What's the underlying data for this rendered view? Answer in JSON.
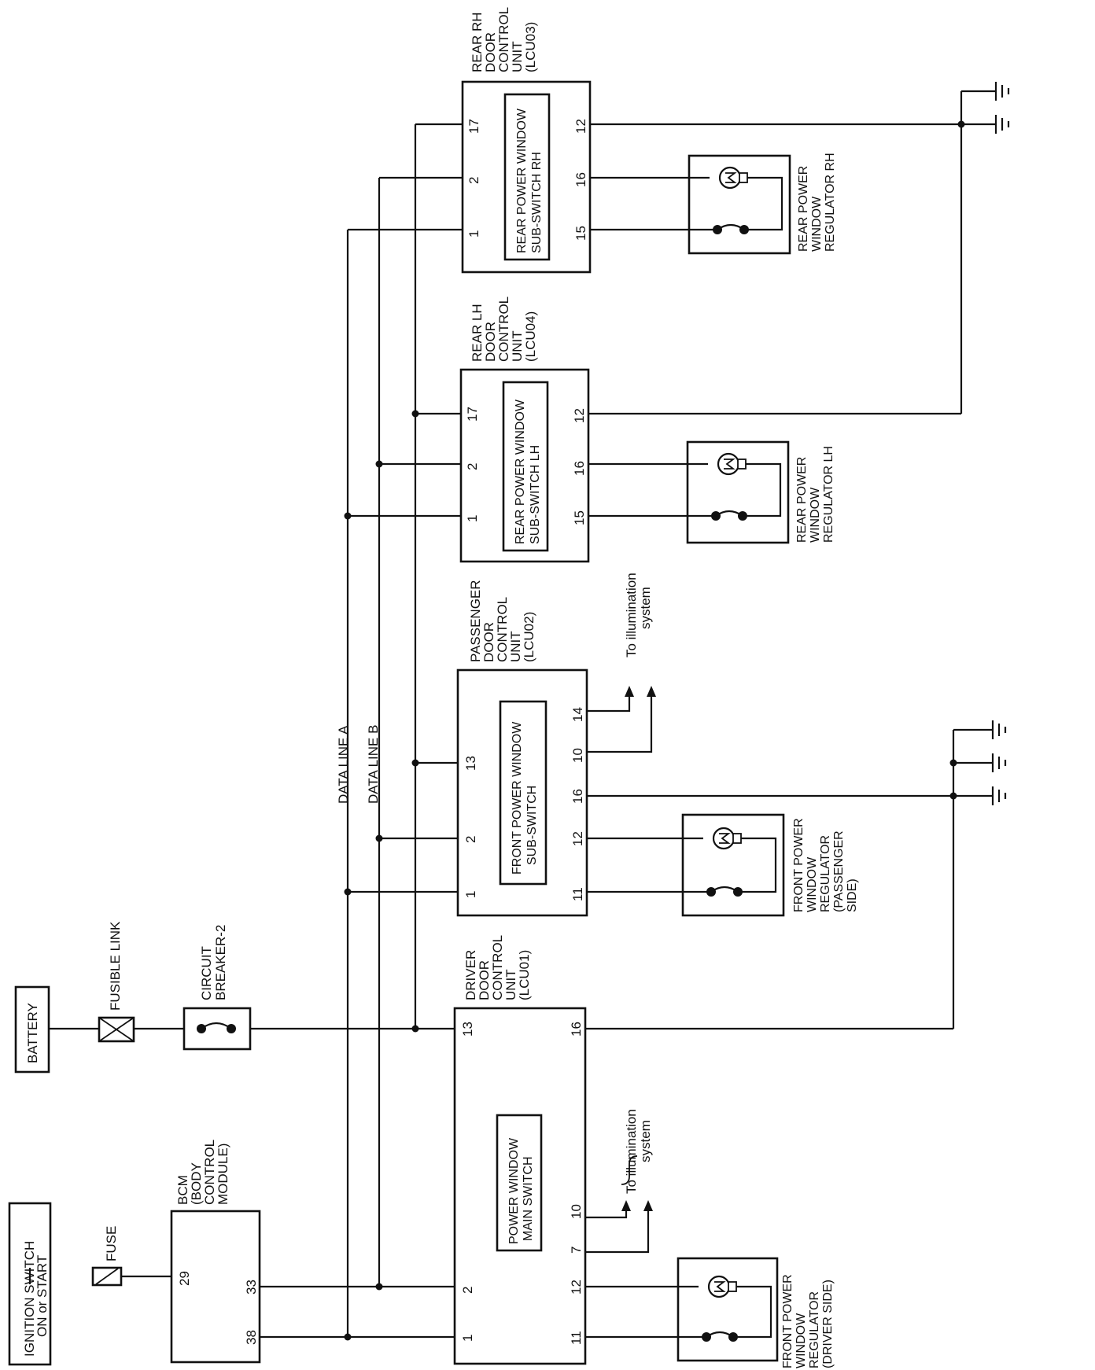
{
  "components": {
    "ignition": {
      "line1": "IGNITION SWITCH",
      "line2": "ON or START"
    },
    "battery": {
      "label": "BATTERY"
    },
    "fuse": {
      "label": "FUSE"
    },
    "fusible_link": {
      "label": "FUSIBLE LINK"
    },
    "circuit_breaker": {
      "line1": "CIRCUIT",
      "line2": "BREAKER-2"
    },
    "bcm": {
      "line1": "BCM",
      "line2": "(BODY",
      "line3": "CONTROL",
      "line4": "MODULE)",
      "pins": {
        "p29": "29",
        "p33": "33",
        "p38": "38"
      }
    },
    "driver_unit": {
      "line1": "DRIVER",
      "line2": "DOOR",
      "line3": "CONTROL",
      "line4": "UNIT",
      "line5": "(LCU01)",
      "inner1": "POWER WINDOW",
      "inner2": "MAIN SWITCH",
      "pins": {
        "p1": "1",
        "p2": "2",
        "p13": "13",
        "p16": "16",
        "p7": "7",
        "p10": "10",
        "p11": "11",
        "p12": "12"
      }
    },
    "passenger_unit": {
      "line1": "PASSENGER",
      "line2": "DOOR",
      "line3": "CONTROL",
      "line4": "UNIT",
      "line5": "(LCU02)",
      "inner1": "FRONT POWER WINDOW",
      "inner2": "SUB-SWITCH",
      "pins": {
        "p1": "1",
        "p2": "2",
        "p13": "13",
        "p11": "11",
        "p12": "12",
        "p16": "16",
        "p10": "10",
        "p14": "14"
      }
    },
    "rear_lh_unit": {
      "line1": "REAR LH",
      "line2": "DOOR",
      "line3": "CONTROL",
      "line4": "UNIT",
      "line5": "(LCU04)",
      "inner1": "REAR POWER WINDOW",
      "inner2": "SUB-SWITCH LH",
      "pins": {
        "p1": "1",
        "p2": "2",
        "p17": "17",
        "p15": "15",
        "p16": "16",
        "p12": "12"
      }
    },
    "rear_rh_unit": {
      "line1": "REAR RH",
      "line2": "DOOR",
      "line3": "CONTROL",
      "line4": "UNIT",
      "line5": "(LCU03)",
      "inner1": "REAR POWER WINDOW",
      "inner2": "SUB-SWITCH RH",
      "pins": {
        "p1": "1",
        "p2": "2",
        "p17": "17",
        "p15": "15",
        "p16": "16",
        "p12": "12"
      }
    },
    "reg_driver": {
      "line1": "FRONT POWER",
      "line2": "WINDOW",
      "line3": "REGULATOR",
      "line4": "(DRIVER SIDE)"
    },
    "reg_passenger": {
      "line1": "FRONT POWER",
      "line2": "WINDOW",
      "line3": "REGULATOR",
      "line4": "(PASSENGER",
      "line5": "SIDE)"
    },
    "reg_rear_lh": {
      "line1": "REAR POWER",
      "line2": "WINDOW",
      "line3": "REGULATOR LH"
    },
    "reg_rear_rh": {
      "line1": "REAR POWER",
      "line2": "WINDOW",
      "line3": "REGULATOR RH"
    }
  },
  "annotations": {
    "data_line_a": "DATA LINE A",
    "data_line_b": "DATA LINE B",
    "illum_driver": {
      "line1": "To illumination",
      "line2": "system"
    },
    "illum_passenger": {
      "line1": "To illumination",
      "line2": "system"
    }
  }
}
